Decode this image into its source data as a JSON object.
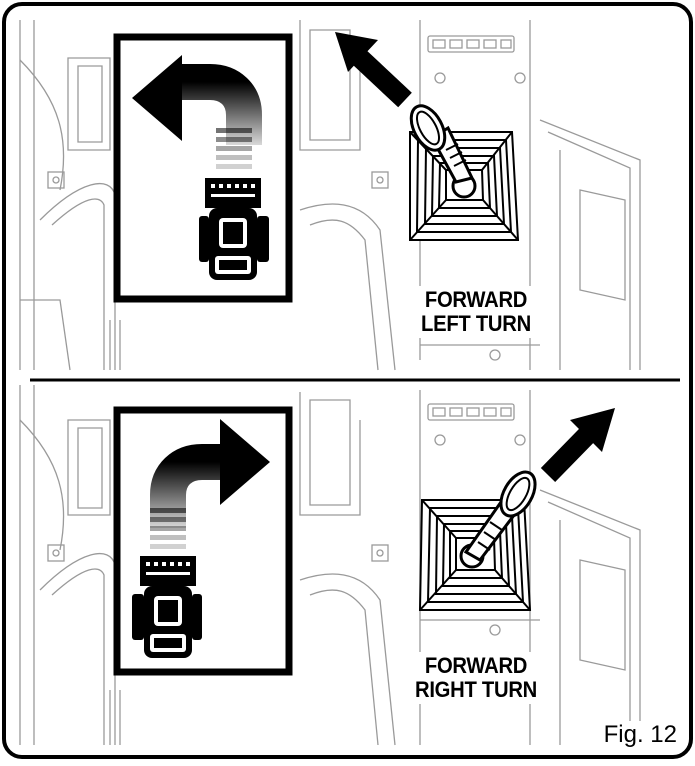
{
  "panels": [
    {
      "label_line1": "FORWARD",
      "label_line2": "LEFT TURN"
    },
    {
      "label_line1": "FORWARD",
      "label_line2": "RIGHT TURN"
    }
  ],
  "figure_label": "Fig. 12",
  "colors": {
    "line": "#000000",
    "faint": "#9a9a9a",
    "background": "#ffffff"
  }
}
